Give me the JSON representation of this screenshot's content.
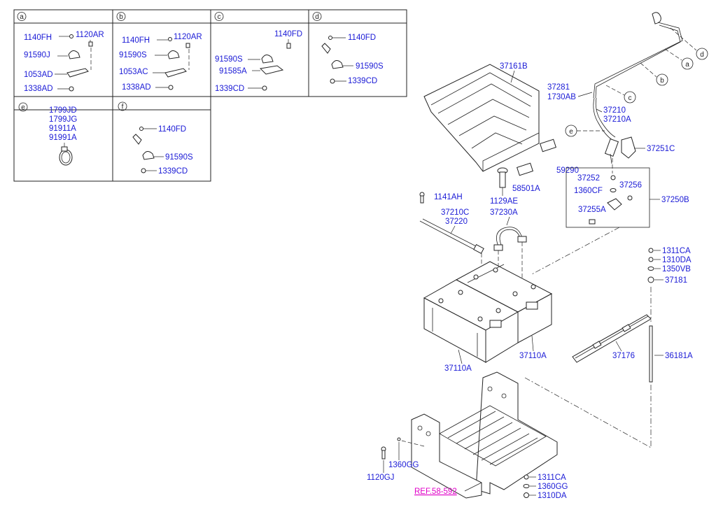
{
  "diagram": {
    "ref_link": "REF.58-592",
    "detail_boxes": [
      {
        "letter": "a",
        "labels": [
          "1140FH",
          "1120AR",
          "91590J",
          "1053AD",
          "1338AD"
        ]
      },
      {
        "letter": "b",
        "labels": [
          "1140FH",
          "1120AR",
          "91590S",
          "1053AC",
          "1338AD"
        ]
      },
      {
        "letter": "c",
        "labels": [
          "1140FD",
          "91590S",
          "91585A",
          "1339CD"
        ]
      },
      {
        "letter": "d",
        "labels": [
          "1140FD",
          "91590S",
          "1339CD"
        ]
      },
      {
        "letter": "e",
        "labels": [
          "1799JD",
          "1799JG",
          "91911A",
          "91991A"
        ]
      },
      {
        "letter": "f",
        "labels": [
          "1140FD",
          "91590S",
          "1339CD"
        ]
      }
    ],
    "callouts": {
      "c37161B": "37161B",
      "c37281": "37281",
      "c1730AB": "1730AB",
      "c37210": "37210",
      "c37210A": "37210A",
      "c37251C": "37251C",
      "c59290": "59290",
      "c58501A": "58501A",
      "c1129AE": "1129AE",
      "c1141AH": "1141AH",
      "c37210C": "37210C",
      "c37220": "37220",
      "c37230A": "37230A",
      "c37252": "37252",
      "c1360CF": "1360CF",
      "c37256": "37256",
      "c37255A": "37255A",
      "c37250B": "37250B",
      "c1311CA_a": "1311CA",
      "c1310DA_a": "1310DA",
      "c1350VB": "1350VB",
      "c37181": "37181",
      "c37110A_l": "37110A",
      "c37110A_r": "37110A",
      "c37176": "37176",
      "c36181A": "36181A",
      "c1360GG_a": "1360GG",
      "c1120GJ": "1120GJ",
      "c1311CA_b": "1311CA",
      "c1360GG_b": "1360GG",
      "c1310DA_b": "1310DA"
    },
    "arrow_tags": {
      "a": "a",
      "b": "b",
      "c": "c",
      "d": "d",
      "e": "e"
    }
  }
}
